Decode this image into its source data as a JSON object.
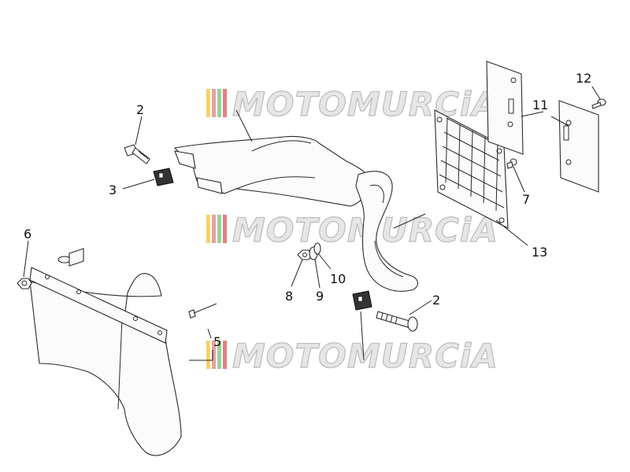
{
  "watermark": {
    "text": "MOTOMURCiA",
    "stripe_colors": [
      "#f2d36b",
      "#e8a0a0",
      "#9ccf9c",
      "#e57f7f"
    ]
  },
  "callouts": [
    {
      "id": "c2a",
      "label": "2"
    },
    {
      "id": "c3",
      "label": "3"
    },
    {
      "id": "c6",
      "label": "6"
    },
    {
      "id": "c5",
      "label": "5"
    },
    {
      "id": "c8",
      "label": "8"
    },
    {
      "id": "c9",
      "label": "9"
    },
    {
      "id": "c10",
      "label": "10"
    },
    {
      "id": "c2b",
      "label": "2"
    },
    {
      "id": "c7",
      "label": "7"
    },
    {
      "id": "c13",
      "label": "13"
    },
    {
      "id": "c11",
      "label": "11"
    },
    {
      "id": "c12",
      "label": "12"
    }
  ]
}
